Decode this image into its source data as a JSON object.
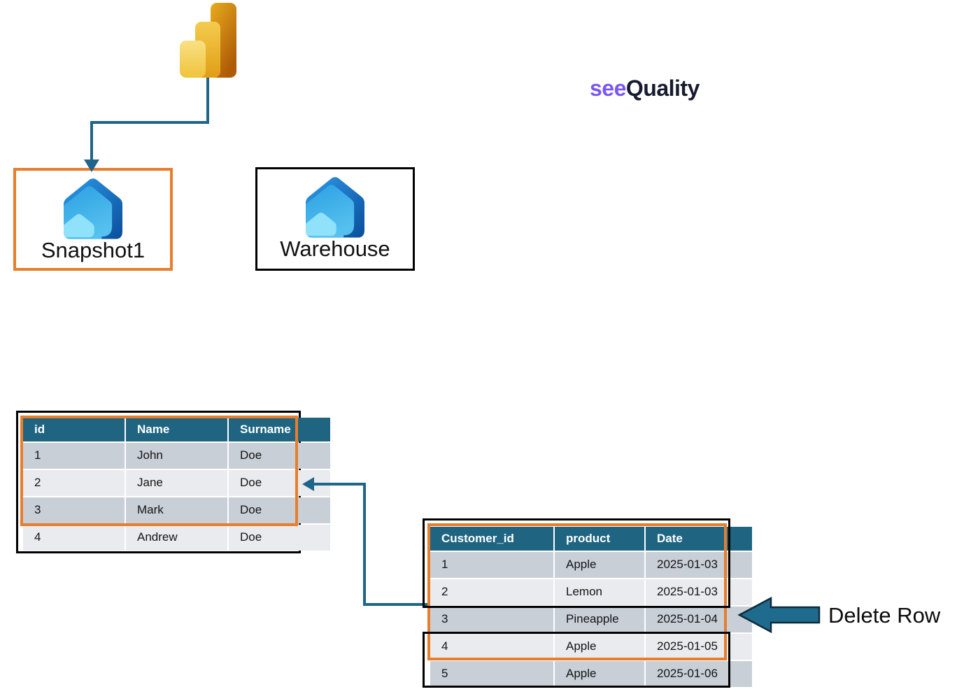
{
  "brand": {
    "see": "see",
    "quality": "Quality"
  },
  "nodes": {
    "snapshot": {
      "label": "Snapshot1"
    },
    "warehouse": {
      "label": "Warehouse"
    }
  },
  "annotation": {
    "delete_row": "Delete Row"
  },
  "tables": {
    "people": {
      "headers": [
        "id",
        "Name",
        "Surname"
      ],
      "rows": [
        [
          "1",
          "John",
          "Doe"
        ],
        [
          "2",
          "Jane",
          "Doe"
        ],
        [
          "3",
          "Mark",
          "Doe"
        ],
        [
          "4",
          "Andrew",
          "Doe"
        ]
      ]
    },
    "orders": {
      "headers": [
        "Customer_id",
        "product",
        "Date"
      ],
      "rows": [
        [
          "1",
          "Apple",
          "2025-01-03"
        ],
        [
          "2",
          "Lemon",
          "2025-01-03"
        ],
        [
          "3",
          "Pineapple",
          "2025-01-04"
        ],
        [
          "4",
          "Apple",
          "2025-01-05"
        ],
        [
          "5",
          "Apple",
          "2025-01-06"
        ]
      ]
    }
  },
  "icons": {
    "powerbi": "power-bi-bars-icon",
    "lakehouse": "fabric-house-icon",
    "flow_arrow": "elbow-arrow-icon",
    "delete": "block-arrow-left-icon"
  },
  "colors": {
    "accent_orange": "#E87E2B",
    "teal_header": "#1F6582",
    "line_teal": "#1F6489",
    "arrow_fill": "#1F6B8E",
    "arrow_stroke": "#0D2B3C",
    "row_dark": "#C8CFD7",
    "row_light": "#E9EBEE",
    "brand_purple": "#7A57F2",
    "brand_navy": "#161B30"
  }
}
